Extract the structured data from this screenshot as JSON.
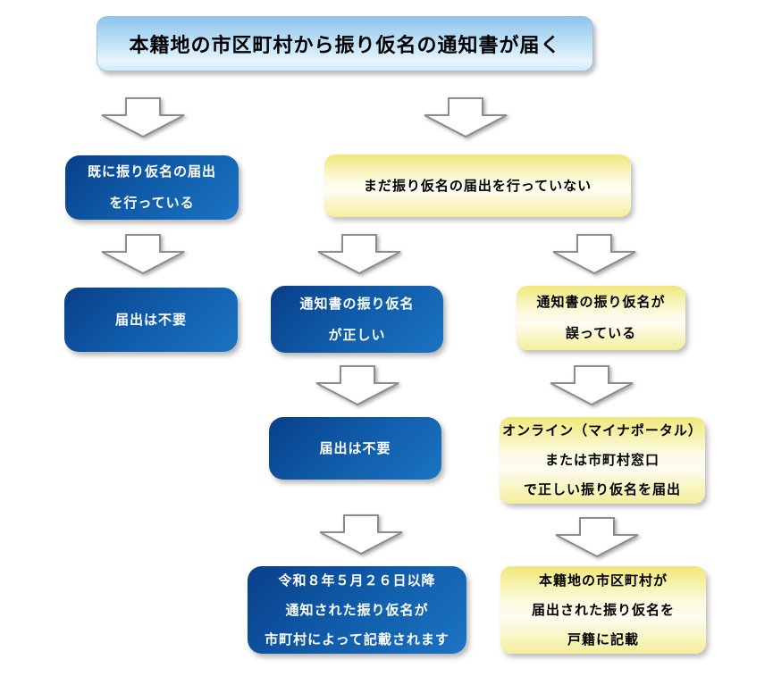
{
  "title": {
    "text": "本籍地の市区町村から振り仮名の通知書が届く"
  },
  "nodes": {
    "already_submitted": {
      "style": "blue",
      "lines": [
        "既に振り仮名の届出",
        "を行っている"
      ]
    },
    "not_submitted": {
      "style": "yellow",
      "lines": [
        "まだ振り仮名の届出を行っていない"
      ]
    },
    "no_submission_needed_left": {
      "style": "blue",
      "lines": [
        "届出は不要"
      ]
    },
    "furigana_correct": {
      "style": "blue",
      "lines": [
        "通知書の振り仮名",
        "が正しい"
      ]
    },
    "furigana_wrong": {
      "style": "yellow",
      "lines": [
        "通知書の振り仮名が",
        "誤っている"
      ]
    },
    "no_submission_needed_mid": {
      "style": "blue",
      "lines": [
        "届出は不要"
      ]
    },
    "submit_correct_furigana": {
      "style": "yellow",
      "lines": [
        "オンライン（マイナポータル）",
        "または市町村窓口",
        "で正しい振り仮名を届出"
      ]
    },
    "auto_recorded": {
      "style": "blue",
      "lines": [
        "令和８年５月２６日以降",
        "通知された振り仮名が",
        "市町村によって記載されます"
      ]
    },
    "recorded_in_koseki": {
      "style": "yellow",
      "lines": [
        "本籍地の市区町村が",
        "届出された振り仮名を",
        "戸籍に記載"
      ]
    }
  },
  "colors": {
    "title_gradient_top": "#8fc5ed",
    "title_gradient_bottom": "#d4ecfa",
    "blue_node_dark": "#093f88",
    "blue_node_light": "#1b74c2",
    "blue_node_text": "#ffffff",
    "yellow_node_top": "#f0e87a",
    "yellow_node_mid": "#fefdf2",
    "yellow_node_bottom": "#f4ef9c",
    "yellow_node_text": "#000000",
    "arrow_fill": "#ffffff",
    "arrow_stroke": "#8c8c8c"
  }
}
